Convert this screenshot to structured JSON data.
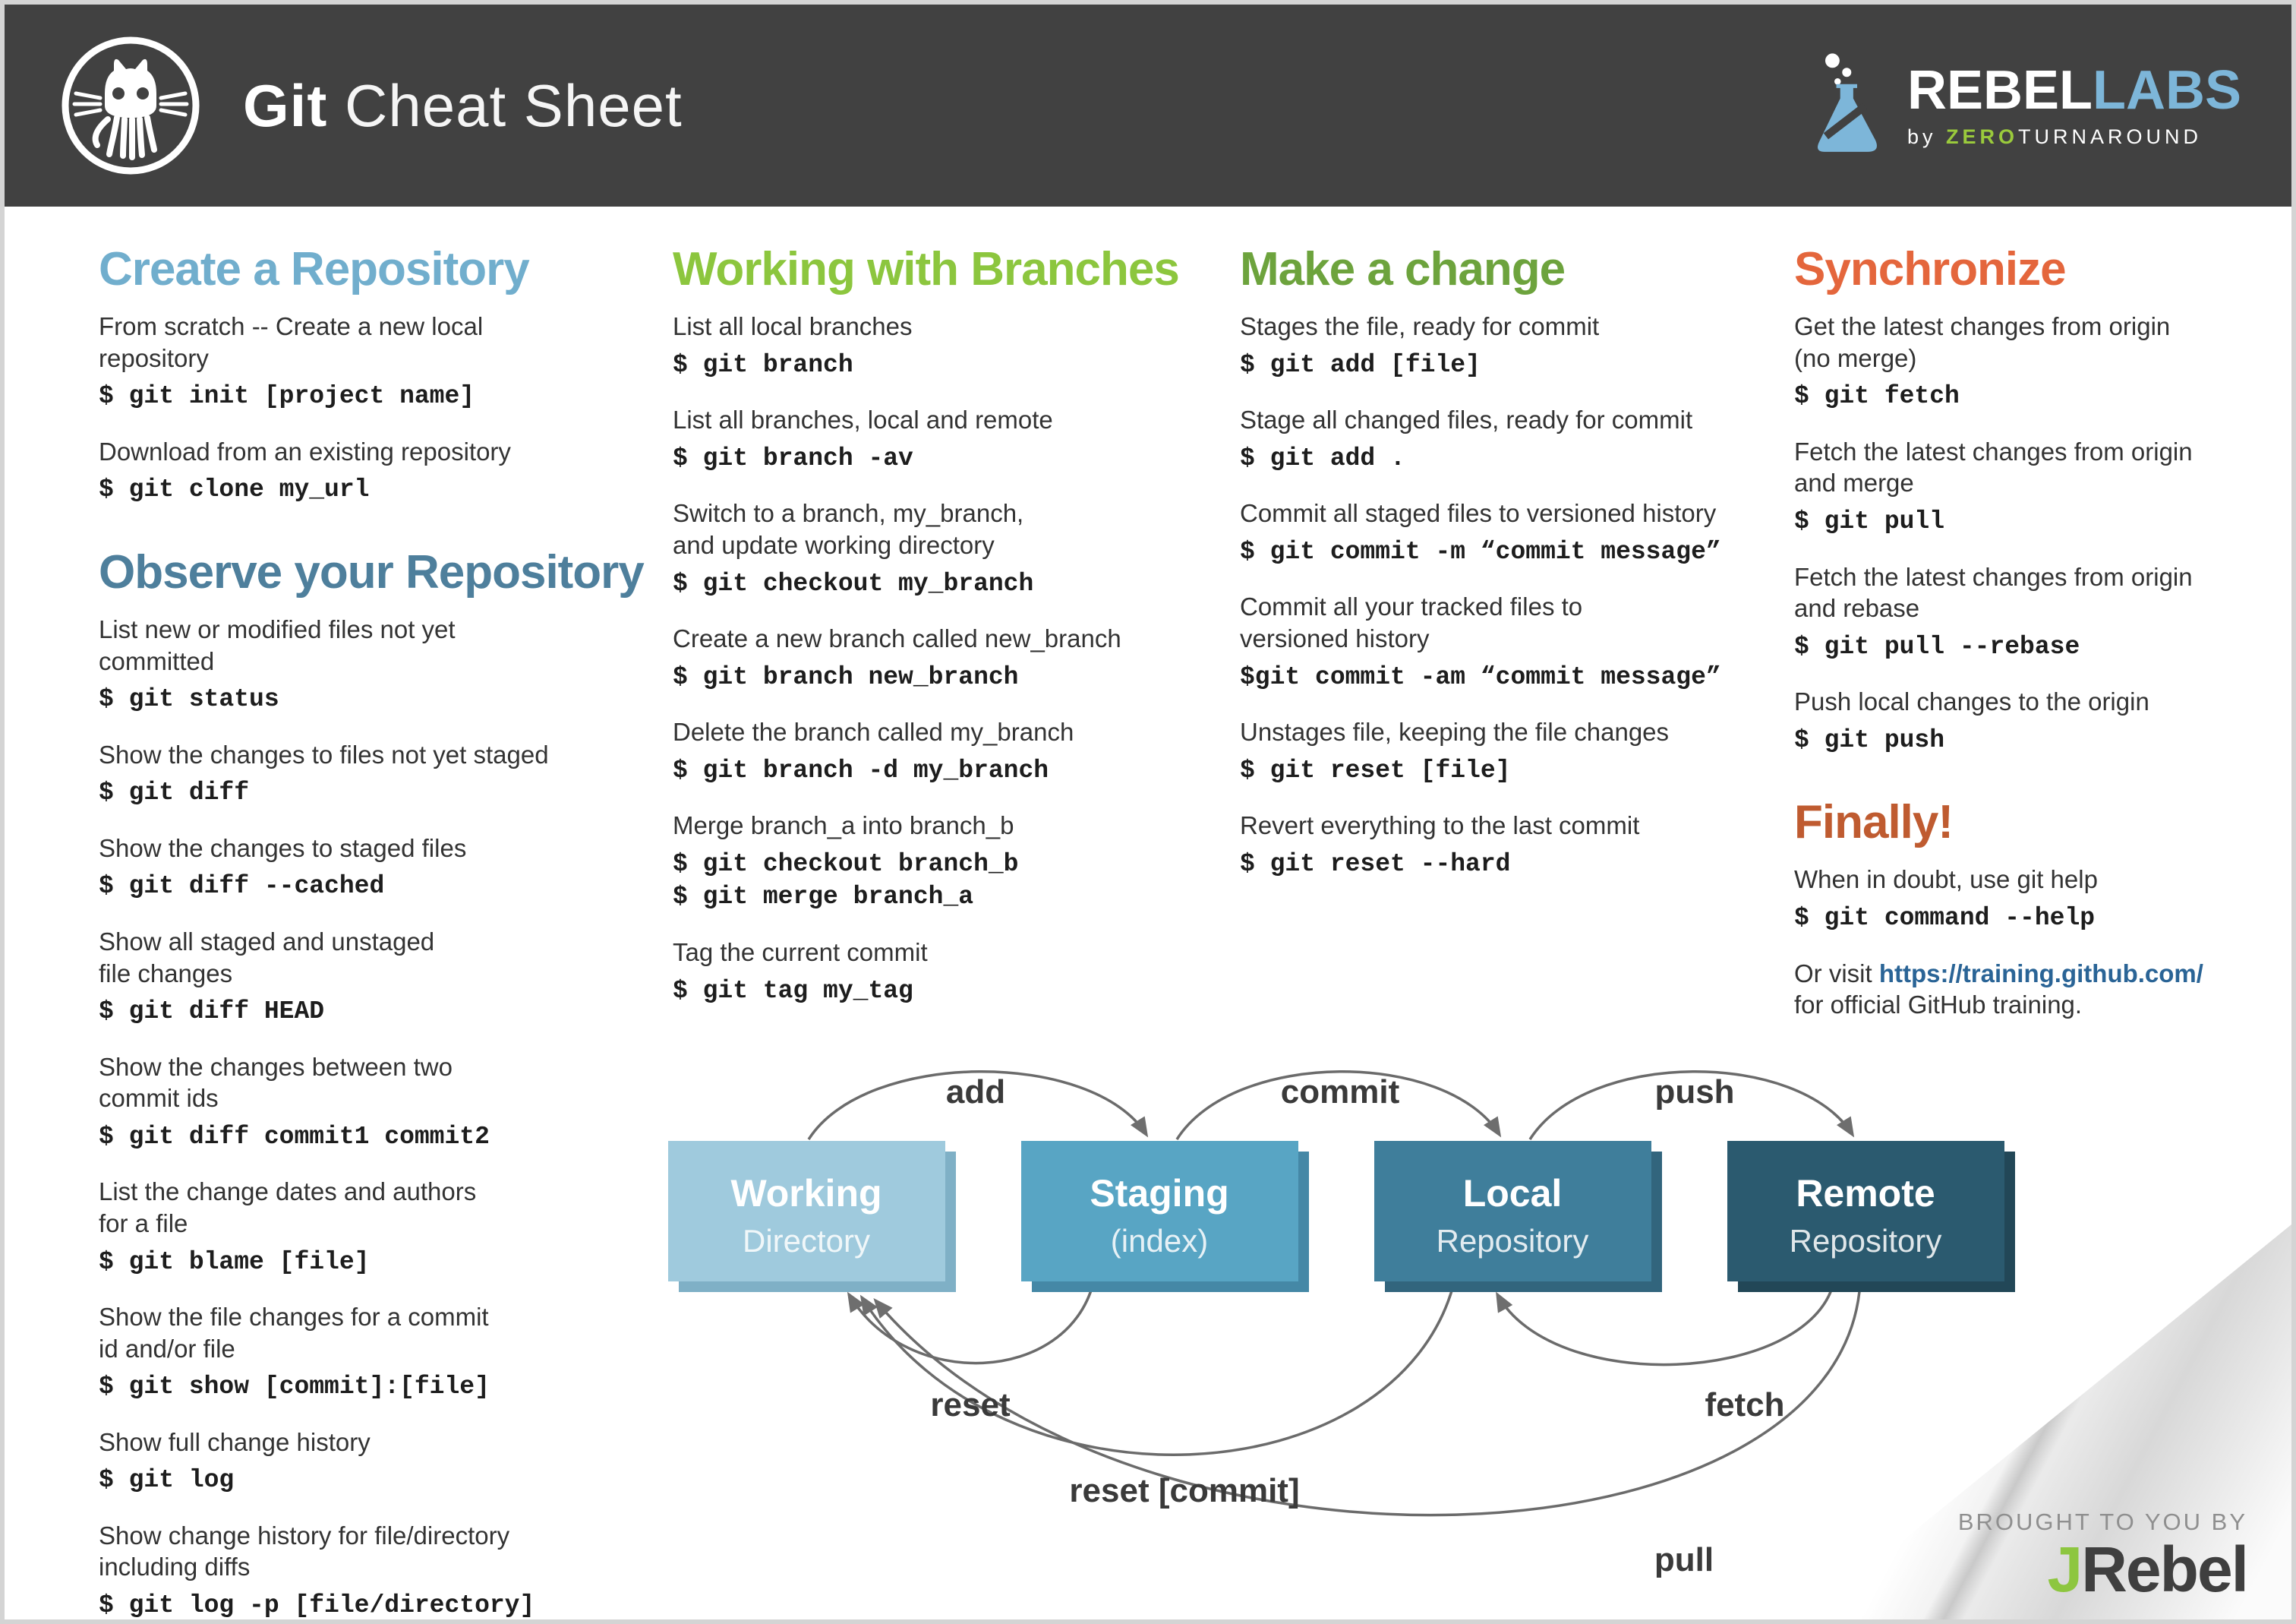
{
  "header": {
    "title_bold": "Git",
    "title_light": " Cheat Sheet",
    "rebellabs": {
      "rebel": "REBEL",
      "labs": "LABS",
      "byline_by": "by ",
      "byline_zero": "ZERO",
      "byline_rest": "TURNAROUND"
    }
  },
  "colors": {
    "blue_light": "#71aecd",
    "blue_steel": "#4e7f9c",
    "green_light": "#8cc63e",
    "green_dark": "#6da33d",
    "orange": "#e4663c",
    "rust": "#bf5b30",
    "link": "#2a6496",
    "header_bg": "#414141",
    "accent_blue": "#7db6d9",
    "accent_green": "#9aca3c"
  },
  "columns": [
    {
      "blocks": [
        {
          "type": "heading",
          "text": "Create a Repository",
          "color": "blue_light"
        },
        {
          "type": "item",
          "desc": "From scratch -- Create a new local\nrepository",
          "code": [
            "$ git init [project name]"
          ]
        },
        {
          "type": "item",
          "desc": "Download from an existing repository",
          "code": [
            "$ git clone my_url"
          ]
        },
        {
          "type": "heading",
          "text": "Observe your Repository",
          "color": "blue_steel"
        },
        {
          "type": "item",
          "desc": "List new or modified files not yet\ncommitted",
          "code": [
            "$ git status"
          ]
        },
        {
          "type": "item",
          "desc": "Show the changes to files not yet staged",
          "code": [
            "$ git diff"
          ]
        },
        {
          "type": "item",
          "desc": "Show the changes to staged files",
          "code": [
            "$ git diff --cached"
          ]
        },
        {
          "type": "item",
          "desc": "Show all staged and unstaged\nfile changes",
          "code": [
            "$ git diff HEAD"
          ]
        },
        {
          "type": "item",
          "desc": "Show the changes between two\ncommit ids",
          "code": [
            "$ git diff commit1 commit2"
          ]
        },
        {
          "type": "item",
          "desc": "List the change dates and authors\nfor a file",
          "code": [
            "$ git blame [file]"
          ]
        },
        {
          "type": "item",
          "desc": "Show the file changes for a commit\nid and/or file",
          "code": [
            "$ git show [commit]:[file]"
          ]
        },
        {
          "type": "item",
          "desc": "Show full change history",
          "code": [
            "$ git log"
          ]
        },
        {
          "type": "item",
          "desc": "Show change history for file/directory\nincluding diffs",
          "code": [
            "$ git log -p [file/directory]"
          ]
        }
      ]
    },
    {
      "blocks": [
        {
          "type": "heading",
          "text": "Working with Branches",
          "color": "green_light"
        },
        {
          "type": "item",
          "desc": "List all local branches",
          "code": [
            "$ git branch"
          ]
        },
        {
          "type": "item",
          "desc": "List all branches, local and remote",
          "code": [
            "$ git branch -av"
          ]
        },
        {
          "type": "item",
          "desc": "Switch to a branch, my_branch,\nand update working directory",
          "code": [
            "$ git checkout my_branch"
          ]
        },
        {
          "type": "item",
          "desc": "Create a new branch called new_branch",
          "code": [
            "$ git branch new_branch"
          ]
        },
        {
          "type": "item",
          "desc": "Delete the branch called my_branch",
          "code": [
            "$ git branch -d my_branch"
          ]
        },
        {
          "type": "item",
          "desc": "Merge branch_a into branch_b",
          "code": [
            "$ git checkout branch_b",
            "$ git merge branch_a"
          ]
        },
        {
          "type": "item",
          "desc": "Tag the current commit",
          "code": [
            "$ git tag my_tag"
          ]
        }
      ]
    },
    {
      "blocks": [
        {
          "type": "heading",
          "text": "Make a change",
          "color": "green_dark"
        },
        {
          "type": "item",
          "desc": "Stages the file, ready for commit",
          "code": [
            "$ git add [file]"
          ]
        },
        {
          "type": "item",
          "desc": "Stage all changed files, ready for commit",
          "code": [
            "$ git add ."
          ]
        },
        {
          "type": "item",
          "desc": "Commit all staged files to versioned history",
          "code": [
            "$ git commit -m “commit message”"
          ]
        },
        {
          "type": "item",
          "desc": "Commit all your tracked files to\nversioned history",
          "code": [
            "$git commit -am “commit message”"
          ]
        },
        {
          "type": "item",
          "desc": "Unstages file, keeping the file changes",
          "code": [
            "$ git reset [file]"
          ]
        },
        {
          "type": "item",
          "desc": "Revert everything to the last commit",
          "code": [
            "$ git reset --hard"
          ]
        }
      ]
    },
    {
      "blocks": [
        {
          "type": "heading",
          "text": "Synchronize",
          "color": "orange"
        },
        {
          "type": "item",
          "desc": "Get the latest changes from origin\n(no merge)",
          "code": [
            "$ git fetch"
          ]
        },
        {
          "type": "item",
          "desc": "Fetch the latest changes from origin\nand merge",
          "code": [
            "$ git pull"
          ]
        },
        {
          "type": "item",
          "desc": "Fetch the latest changes from origin\nand rebase",
          "code": [
            "$ git pull --rebase"
          ]
        },
        {
          "type": "item",
          "desc": "Push local changes to the origin",
          "code": [
            "$ git push"
          ]
        },
        {
          "type": "heading",
          "text": "Finally!",
          "color": "rust"
        },
        {
          "type": "item",
          "desc": "When in doubt, use git help",
          "code": [
            "$ git command --help"
          ]
        },
        {
          "type": "item",
          "link": true,
          "desc_prefix": "Or visit ",
          "link_text": "https://training.github.com/",
          "desc_suffix": "\nfor official GitHub training.",
          "code": []
        }
      ]
    }
  ],
  "diagram": {
    "boxes": [
      {
        "title": "Working",
        "subtitle": "Directory",
        "fill": "#9fcadd",
        "shadow": "#7fb0c6"
      },
      {
        "title": "Staging",
        "subtitle": "(index)",
        "fill": "#58a5c4",
        "shadow": "#4588a6"
      },
      {
        "title": "Local",
        "subtitle": "Repository",
        "fill": "#3f7e9b",
        "shadow": "#32657d"
      },
      {
        "title": "Remote",
        "subtitle": "Repository",
        "fill": "#2b5a6f",
        "shadow": "#224757"
      }
    ],
    "arrows": [
      "add",
      "commit",
      "push",
      "reset",
      "reset [commit]",
      "fetch",
      "pull"
    ]
  },
  "footer": {
    "tagline": "BROUGHT TO YOU BY",
    "brand_first": "J",
    "brand_rest": "Rebel"
  }
}
